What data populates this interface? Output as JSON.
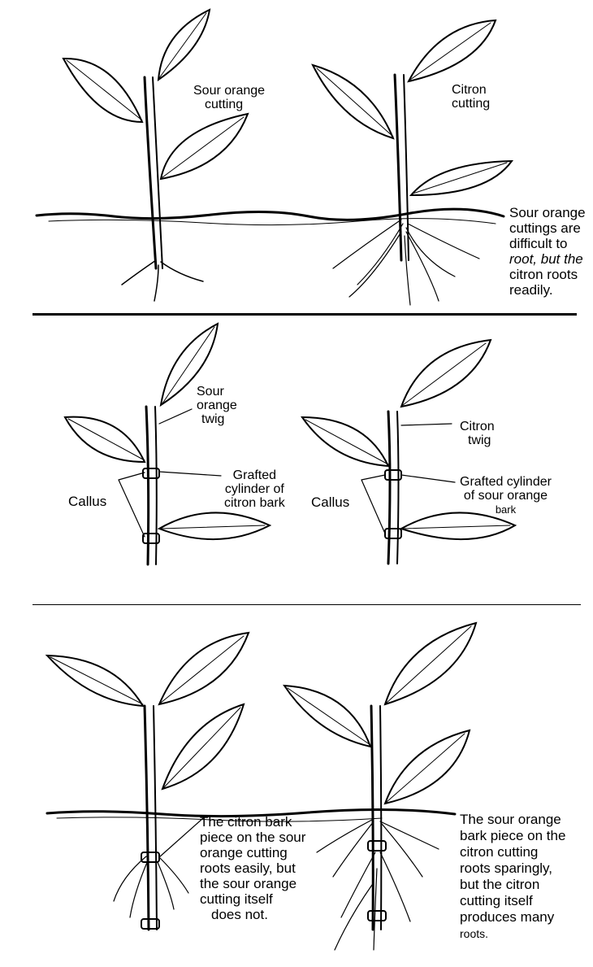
{
  "panels": {
    "rooted_cuttings": {
      "sour_orange_label": [
        "Sour orange",
        "cutting"
      ],
      "citron_label": [
        "Citron",
        "cutting"
      ],
      "caption_lines": [
        "Sour orange",
        "cuttings are",
        "difficult to",
        "root, but the",
        "citron roots",
        "readily."
      ]
    },
    "grafted_twigs": {
      "sour_orange_twig_label": [
        "Sour",
        "orange",
        "twig"
      ],
      "citron_twig_label": [
        "Citron",
        "twig"
      ],
      "citron_bark_cylinder_label": [
        "Grafted",
        "cylinder of",
        "citron bark"
      ],
      "sour_bark_cylinder_label": [
        "Grafted cylinder",
        "of sour orange",
        "bark"
      ],
      "callus_label_left": "Callus",
      "callus_label_right": "Callus"
    },
    "rooted_grafts": {
      "left_caption_lines": [
        "The citron bark",
        "piece on the sour",
        "orange cutting",
        "roots easily, but",
        "the sour orange",
        "cutting itself",
        "does not."
      ],
      "right_caption_lines": [
        "The sour orange",
        "bark piece on the",
        "citron cutting",
        "roots sparingly,",
        "but the citron",
        "cutting itself",
        "produces many",
        "roots."
      ]
    }
  },
  "colors": {
    "ink": "#000000",
    "paper": "#ffffff"
  }
}
